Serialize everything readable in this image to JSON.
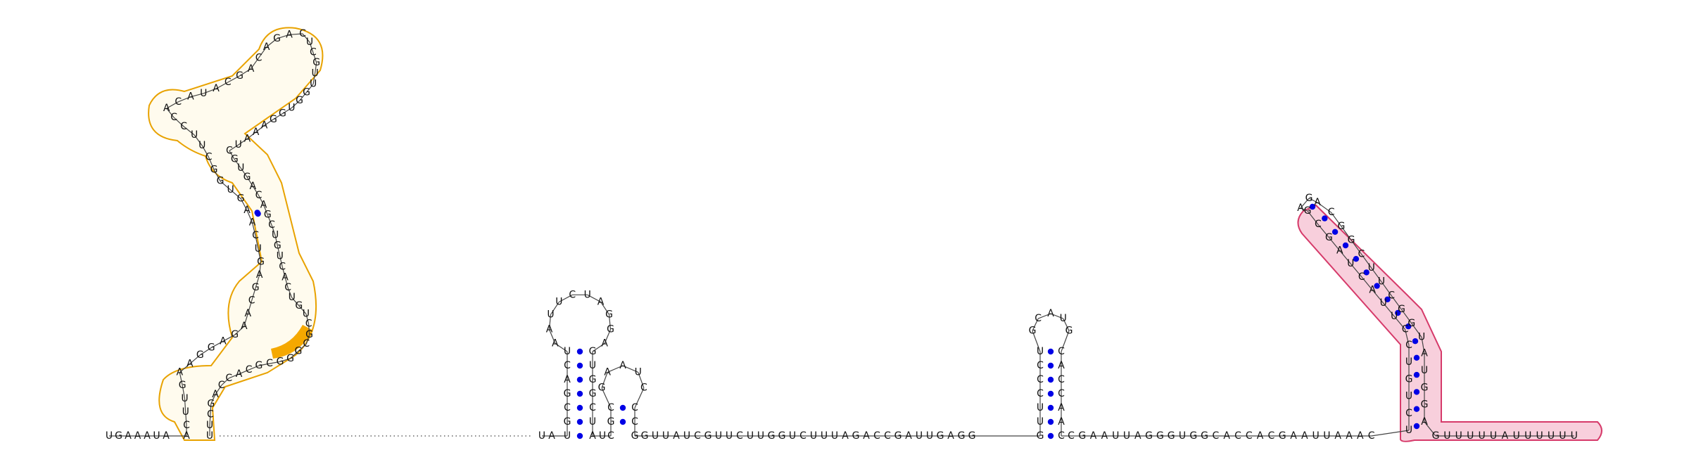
{
  "diagram": {
    "colors": {
      "background": "#ffffff",
      "nucleotide_text": "#111111",
      "backbone": "#444444",
      "base_pair": "#0000e6",
      "domain1_outline": "#e8a200",
      "domain1_fill": "#fffbee",
      "domain1_accent": "#f5a800",
      "domain2_outline": "#d63a6a",
      "domain2_fill": "#f8cfdc"
    },
    "strand": {
      "start_5p": "UGAAAUA",
      "linker_dots": 42,
      "middle": "UAUAUC",
      "run1": "GUUAUCGUUCUUGGUCUUUAGACCGAUUGAGG",
      "run2": "CGAAUUAGGGUGGCACCACGAAUUAAAC",
      "tail_3p": "GUUUUUAUUUUUU"
    },
    "hairpin_a": {
      "stem_left": "UGCGACU",
      "stem_right": "AUCGGUG",
      "loop": "AAUUCUAGGA"
    },
    "hairpin_b": {
      "stem_left": "CGC",
      "stem_right": "GCC",
      "loop": "GAAUC"
    },
    "hairpin_c": {
      "stem_left": "UUCCCU",
      "stem_right": "AACCAC",
      "loop": "GCAUG"
    },
    "domain2": {
      "left_arm": "UCUGUCCUUACUAGCG",
      "right_arm": "ACGGCUUCGGUAUGGA",
      "terminal_loop": "AG"
    },
    "domain1": {
      "strand_up": "CUUGAAGGAGAACGAGUCAAGUGGCUUCCACAUACGACAGAC",
      "strand_down": "UCGUUGGUGGAAAUCGUGACAGCUGUCACUGUCGCGGGCGCACCAGCU",
      "accent_letters": "ACGA"
    }
  }
}
